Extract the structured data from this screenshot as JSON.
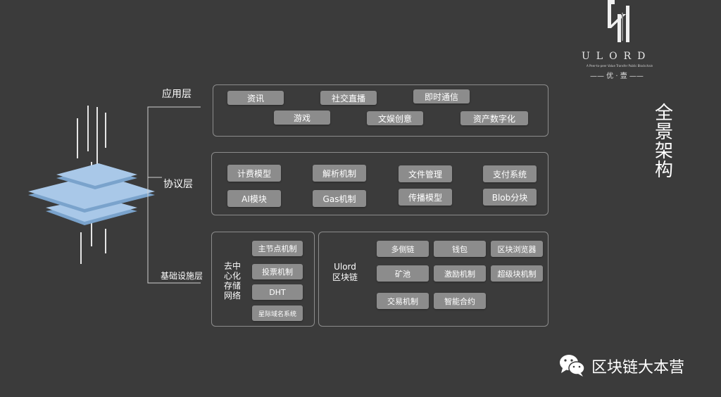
{
  "title": "全景架构",
  "logo": {
    "name": "ULORD",
    "tagline": "A Peer-to-peer Value Transfer Public Blockchain",
    "sub_cn": "—— 优 · 壹 ——"
  },
  "watermark": {
    "text": "区块链大本营",
    "icon": "wechat-icon"
  },
  "layers": {
    "application": {
      "label": "应用层",
      "items": [
        "资讯",
        "社交直播",
        "即时通信",
        "游戏",
        "文娱创意",
        "资产数字化"
      ]
    },
    "protocol": {
      "label": "协议层",
      "items": [
        "计费模型",
        "解析机制",
        "文件管理",
        "支付系统",
        "AI模块",
        "Gas机制",
        "传播模型",
        "Blob分块"
      ]
    },
    "infrastructure": {
      "label": "基础设施层",
      "storage": {
        "label": "去中\n心化\n存储\n网络",
        "items": [
          "主节点机制",
          "投票机制",
          "DHT",
          "星际域名系统"
        ]
      },
      "chain": {
        "label": "Ulord\n区块链",
        "items": [
          "多侧链",
          "钱包",
          "区块浏览器",
          "矿池",
          "激励机制",
          "超级块机制",
          "交易机制",
          "智能合约"
        ]
      }
    }
  },
  "colors": {
    "background": "#3b3b3b",
    "chip": "#8c8c8c",
    "border": "#8c8c8c",
    "layer_fill": "#a9c8e8",
    "layer_edge": "#7aa3cc"
  }
}
